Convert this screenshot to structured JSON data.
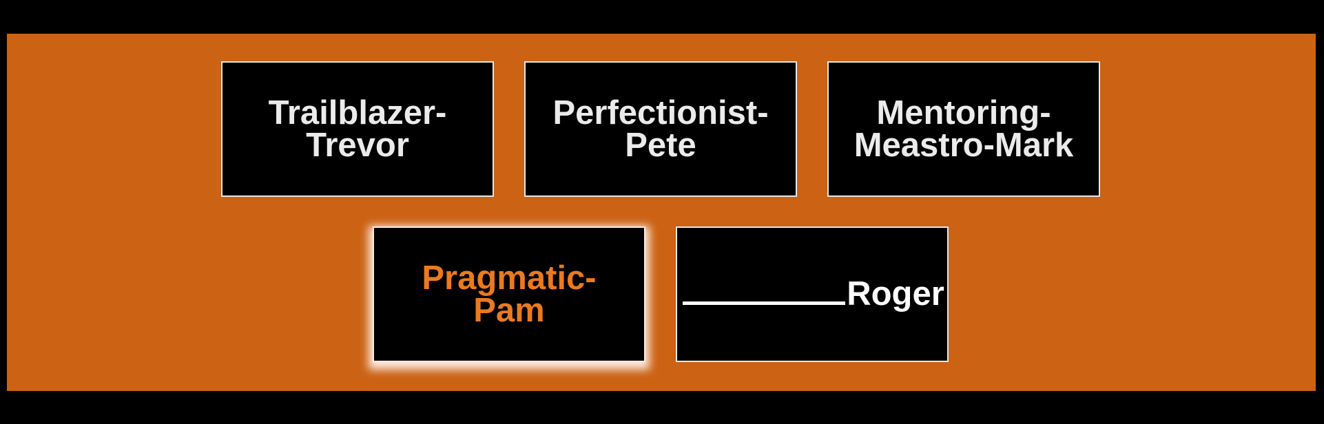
{
  "colors": {
    "background": "#000000",
    "panel": "#cc6214",
    "card": "#000000",
    "card_text": "#ebebeb",
    "selected_text": "#ea7a1f",
    "selected_glow": "#fff4ee"
  },
  "options": [
    {
      "label": "Trailblazer-\nTrevor",
      "state": "default"
    },
    {
      "label": "Perfectionist-\nPete",
      "state": "default"
    },
    {
      "label": "Mentoring-\nMeastro-Mark",
      "state": "default"
    },
    {
      "label": "Pragmatic-\nPam",
      "state": "selected"
    }
  ],
  "answer": {
    "blank": "__________",
    "suffix": "Roger"
  }
}
